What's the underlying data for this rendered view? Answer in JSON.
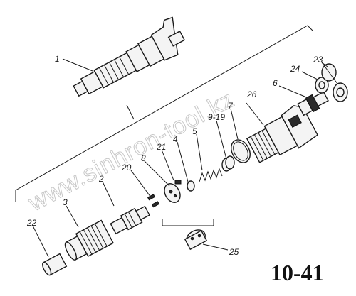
{
  "figure_number": "10-41",
  "watermark": "www.sinhron-tool.kz",
  "callouts": {
    "c1": "1",
    "c2": "2",
    "c3": "3",
    "c4": "4",
    "c5": "5",
    "c6": "6",
    "c7": "7",
    "c8": "8",
    "c9_19": "9-19",
    "c20": "20",
    "c21": "21",
    "c22": "22",
    "c23": "23",
    "c24": "24",
    "c25": "25",
    "c26": "26"
  }
}
